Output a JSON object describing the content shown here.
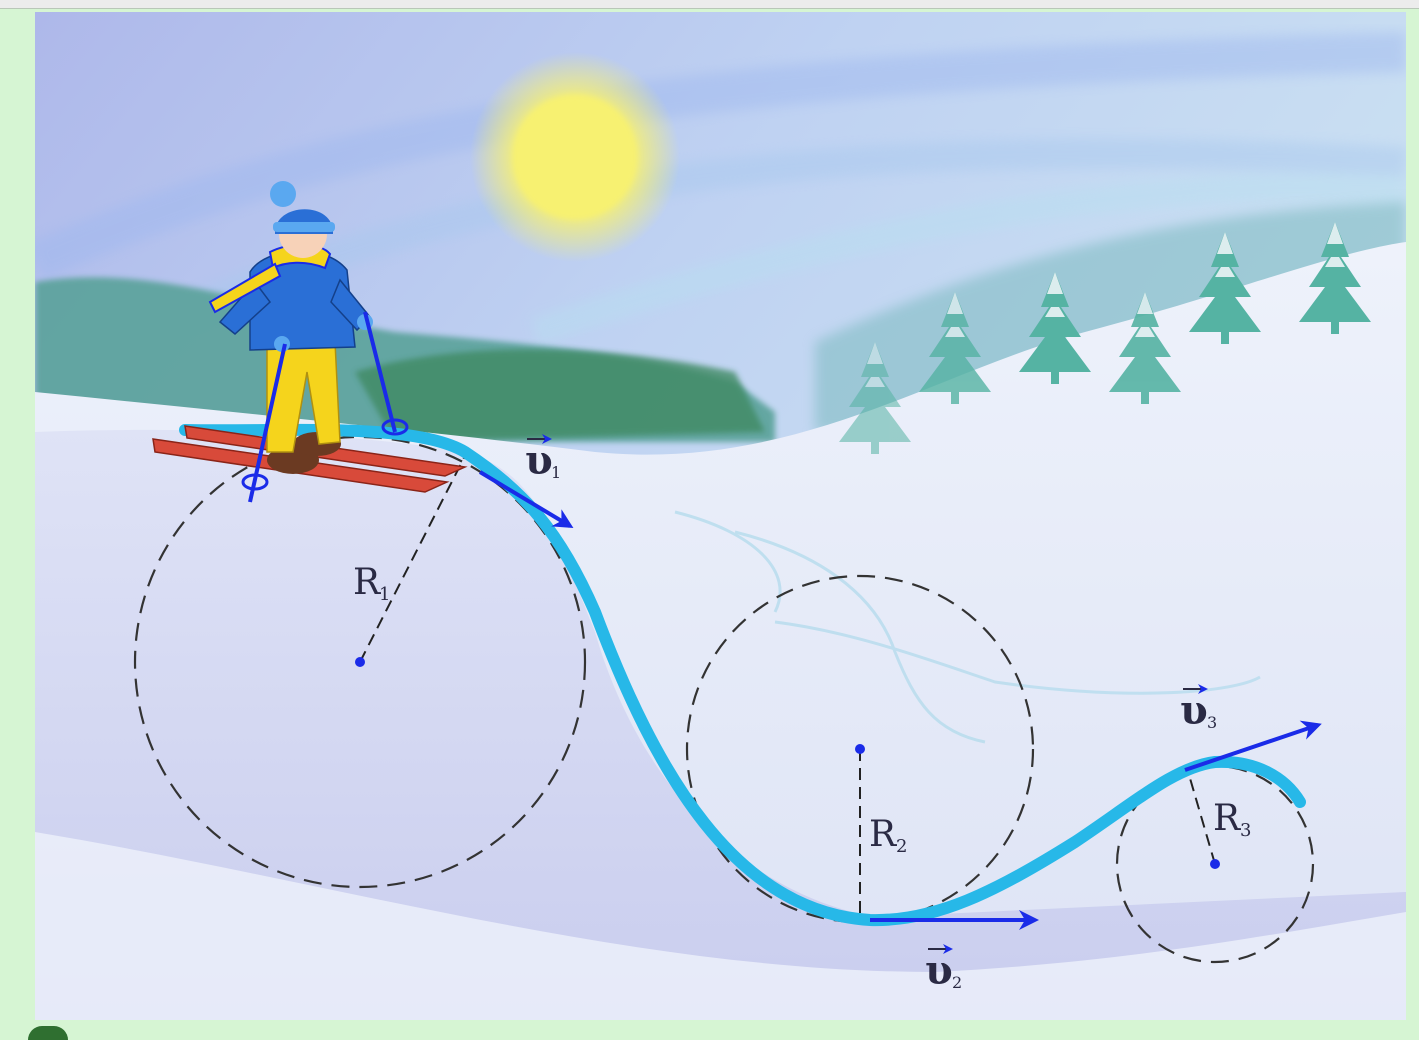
{
  "labels": {
    "r1": "R",
    "r1_sub": "1",
    "r2": "R",
    "r2_sub": "2",
    "r3": "R",
    "r3_sub": "3",
    "v1": "υ",
    "v1_sub": "1",
    "v2": "υ",
    "v2_sub": "2",
    "v3": "υ",
    "v3_sub": "3"
  },
  "colors": {
    "sky_top": "#b9c4ee",
    "sky_mid": "#c9dcf3",
    "sun": "#f7f171",
    "snow": "#e6ebf8",
    "track": "#27b8e8",
    "vector": "#1a2be8",
    "circle": "#333333",
    "forest": "#4e9a8e",
    "trees": "#58b7a6",
    "skier_jacket": "#2a6fd6",
    "skier_pants": "#f5d41c",
    "skis": "#d84a3a"
  },
  "icons": [
    "sun-icon",
    "skier-icon",
    "fir-tree-icon"
  ]
}
